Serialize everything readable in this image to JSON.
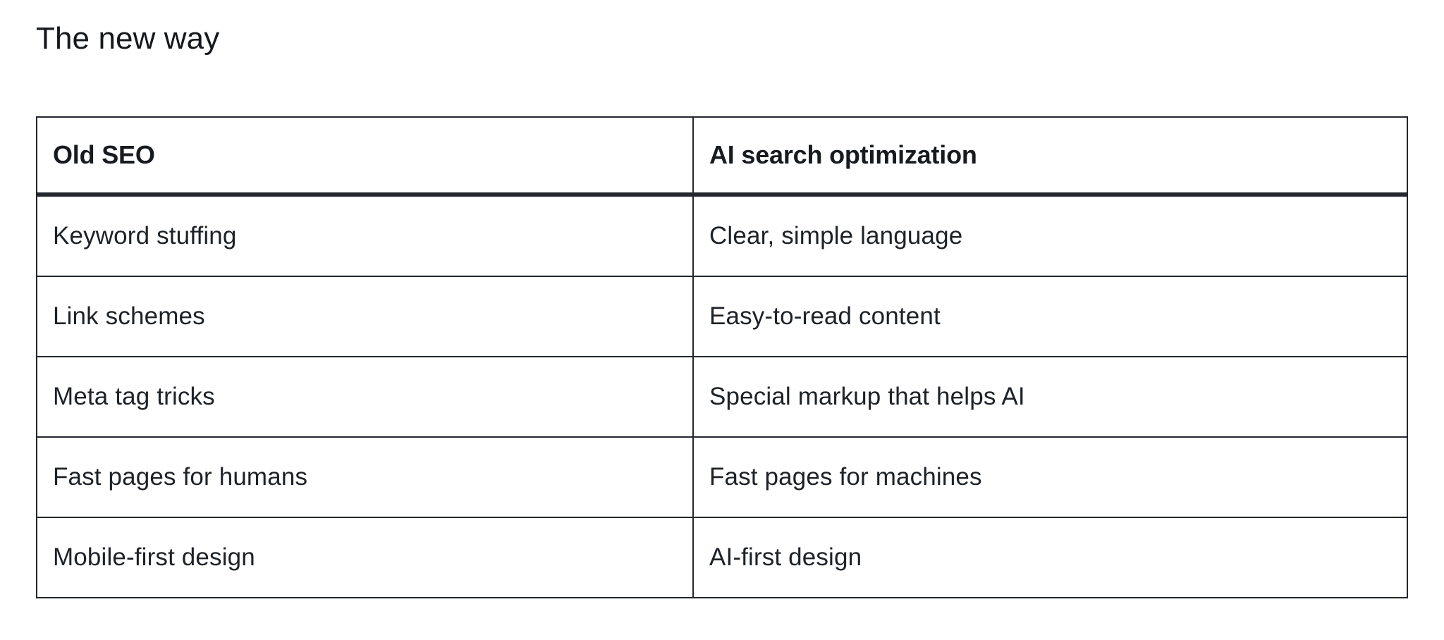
{
  "page": {
    "title": "The new way",
    "background_color": "#ffffff",
    "text_color": "#15181c",
    "border_color": "#23272e"
  },
  "table": {
    "columns": [
      {
        "key": "old_seo",
        "header": "Old SEO"
      },
      {
        "key": "ai_search_optimization",
        "header": "AI search optimization"
      }
    ],
    "rows": [
      {
        "old_seo": "Keyword stuffing",
        "ai_search_optimization": "Clear, simple language"
      },
      {
        "old_seo": "Link schemes",
        "ai_search_optimization": "Easy-to-read content"
      },
      {
        "old_seo": "Meta tag tricks",
        "ai_search_optimization": "Special markup that helps AI"
      },
      {
        "old_seo": "Fast pages for humans",
        "ai_search_optimization": "Fast pages for machines"
      },
      {
        "old_seo": "Mobile-first design",
        "ai_search_optimization": "AI-first design"
      }
    ]
  }
}
